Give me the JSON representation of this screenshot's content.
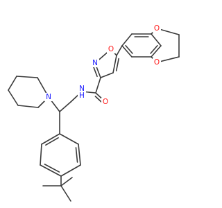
{
  "colors": {
    "bond": "#3a3a3a",
    "O": "#ff1a1a",
    "N": "#1a1aff",
    "background": "#ffffff"
  },
  "atom_labels": {
    "o_benzodioxane_top": "O",
    "o_benzodioxane_bottom": "O",
    "o_isoxazole": "O",
    "n_isoxazole": "N",
    "o_carbonyl": "O",
    "nh_amide": "N",
    "h_amide": "H",
    "n_piperidine": "N"
  }
}
